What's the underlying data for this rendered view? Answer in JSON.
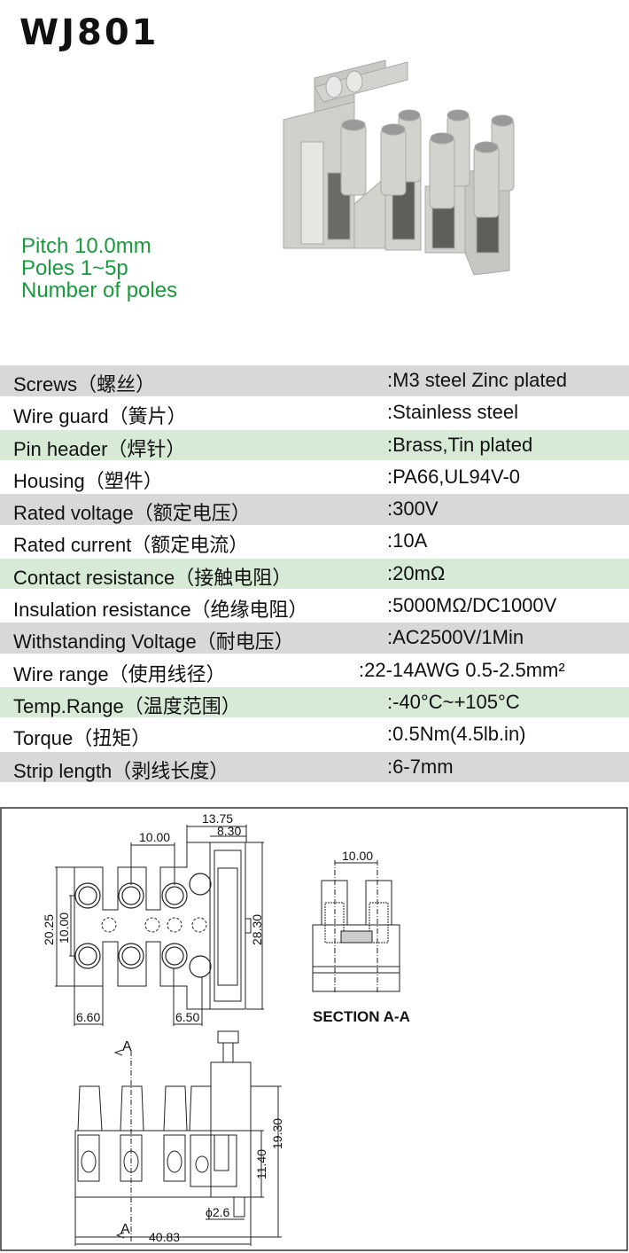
{
  "title": "WJ801",
  "specs": [
    "Pitch 10.0mm",
    "Poles  1~5p",
    "Number of poles"
  ],
  "table": [
    {
      "label": "Screws（螺丝）",
      "value": ":M3 steel Zinc plated",
      "bg": "gray"
    },
    {
      "label": "Wire guard（簧片）",
      "value": ":Stainless steel",
      "bg": "white"
    },
    {
      "label": "Pin header（焊针）",
      "value": ":Brass,Tin plated",
      "bg": "green"
    },
    {
      "label": "Housing（塑件）",
      "value": ":PA66,UL94V-0",
      "bg": "white"
    },
    {
      "label": "Rated voltage（额定电压）",
      "value": ":300V",
      "bg": "gray"
    },
    {
      "label": "Rated current（额定电流）",
      "value": ":10A",
      "bg": "white"
    },
    {
      "label": "Contact resistance（接触电阻）",
      "value": ":20mΩ",
      "bg": "green"
    },
    {
      "label": "Insulation resistance（绝缘电阻）",
      "value": ":5000MΩ/DC1000V",
      "bg": "white"
    },
    {
      "label": "Withstanding Voltage（耐电压）",
      "value": ":AC2500V/1Min",
      "bg": "gray"
    },
    {
      "label": "Wire range（使用线径）",
      "value": ":22-14AWG  0.5-2.5mm²",
      "bg": "white"
    },
    {
      "label": "Temp.Range（温度范围）",
      "value": ":-40°C~+105°C",
      "bg": "green"
    },
    {
      "label": "Torque（扭矩）",
      "value": ":0.5Nm(4.5lb.in)",
      "bg": "white"
    },
    {
      "label": "Strip length（剥线长度）",
      "value": ":6-7mm",
      "bg": "gray"
    }
  ],
  "drawing": {
    "dim_13_75": "13.75",
    "dim_8_30": "8.30",
    "dim_pitch_top": "10.00",
    "dim_20_25": "20.25",
    "dim_10_00_v": "10.00",
    "dim_28_30": "28.30",
    "dim_6_60": "6.60",
    "dim_6_50": "6.50",
    "section_pitch": "10.00",
    "section_label": "SECTION A-A",
    "marker_a_top": "A",
    "marker_a_bottom": "A",
    "dim_19_30": "19.30",
    "dim_11_40": "11.40",
    "dim_phi": "ϕ2.6",
    "dim_40_83": "40.83"
  }
}
